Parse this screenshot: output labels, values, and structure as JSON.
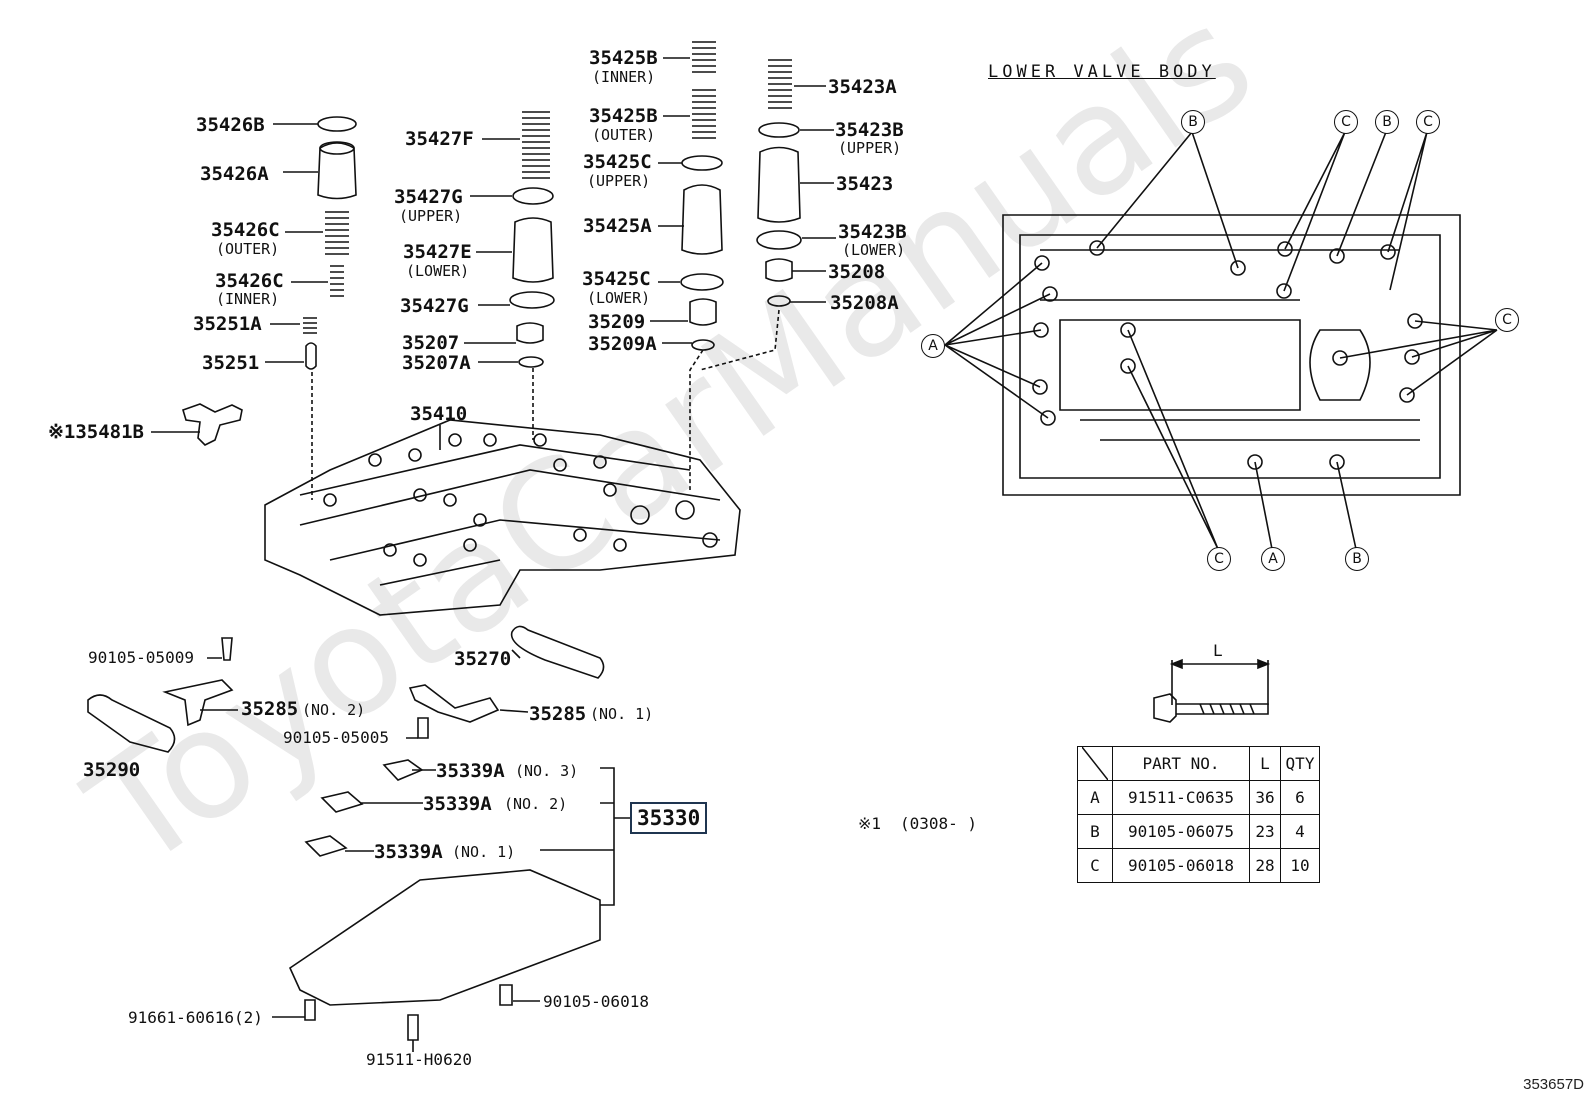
{
  "watermark": "ToyotaCarManuals",
  "section_title": "LOWER VALVE BODY",
  "figure_code": "353657D",
  "note_prefix": "※1",
  "note_range": "(0308-      )",
  "highlight_part": "35330",
  "parts": {
    "p35426B": "35426B",
    "p35426A": "35426A",
    "p35426C_outer": "35426C",
    "p35426C_outer_sub": "(OUTER)",
    "p35426C_inner": "35426C",
    "p35426C_inner_sub": "(INNER)",
    "p35251A": "35251A",
    "p35251": "35251",
    "p135481B": "※135481B",
    "p35427F": "35427F",
    "p35427G_upper": "35427G",
    "p35427G_upper_sub": "(UPPER)",
    "p35427E": "35427E",
    "p35427E_sub": "(LOWER)",
    "p35427G": "35427G",
    "p35207": "35207",
    "p35207A": "35207A",
    "p35425B_inner": "35425B",
    "p35425B_inner_sub": "(INNER)",
    "p35425B_outer": "35425B",
    "p35425B_outer_sub": "(OUTER)",
    "p35425C_upper": "35425C",
    "p35425C_upper_sub": "(UPPER)",
    "p35425A": "35425A",
    "p35425C_lower": "35425C",
    "p35425C_lower_sub": "(LOWER)",
    "p35209": "35209",
    "p35209A": "35209A",
    "p35423A": "35423A",
    "p35423B_upper": "35423B",
    "p35423B_upper_sub": "(UPPER)",
    "p35423": "35423",
    "p35423B_lower": "35423B",
    "p35423B_lower_sub": "(LOWER)",
    "p35208": "35208",
    "p35208A": "35208A",
    "p35410": "35410",
    "p90105_05009": "90105-05009",
    "p35270": "35270",
    "p35285_no2": "35285",
    "p35285_no2_sub": "(NO. 2)",
    "p35285_no1": "35285",
    "p35285_no1_sub": "(NO. 1)",
    "p90105_05005": "90105-05005",
    "p35290": "35290",
    "p35339A_no3": "35339A",
    "p35339A_no3_sub": "(NO. 3)",
    "p35339A_no2": "35339A",
    "p35339A_no2_sub": "(NO. 2)",
    "p35339A_no1": "35339A",
    "p35339A_no1_sub": "(NO. 1)",
    "p91661_60616": "91661-60616(2)",
    "p90105_06018": "90105-06018",
    "p91511_H0620": "91511-H0620"
  },
  "bolt_dim_label": "L",
  "callouts": [
    "A",
    "B",
    "C"
  ],
  "bolt_table": {
    "headers": [
      "PART NO.",
      "L",
      "QTY"
    ],
    "rows": [
      {
        "key": "A",
        "part_no": "91511-C0635",
        "L": "36",
        "qty": "6"
      },
      {
        "key": "B",
        "part_no": "90105-06075",
        "L": "23",
        "qty": "4"
      },
      {
        "key": "C",
        "part_no": "90105-06018",
        "L": "28",
        "qty": "10"
      }
    ]
  }
}
